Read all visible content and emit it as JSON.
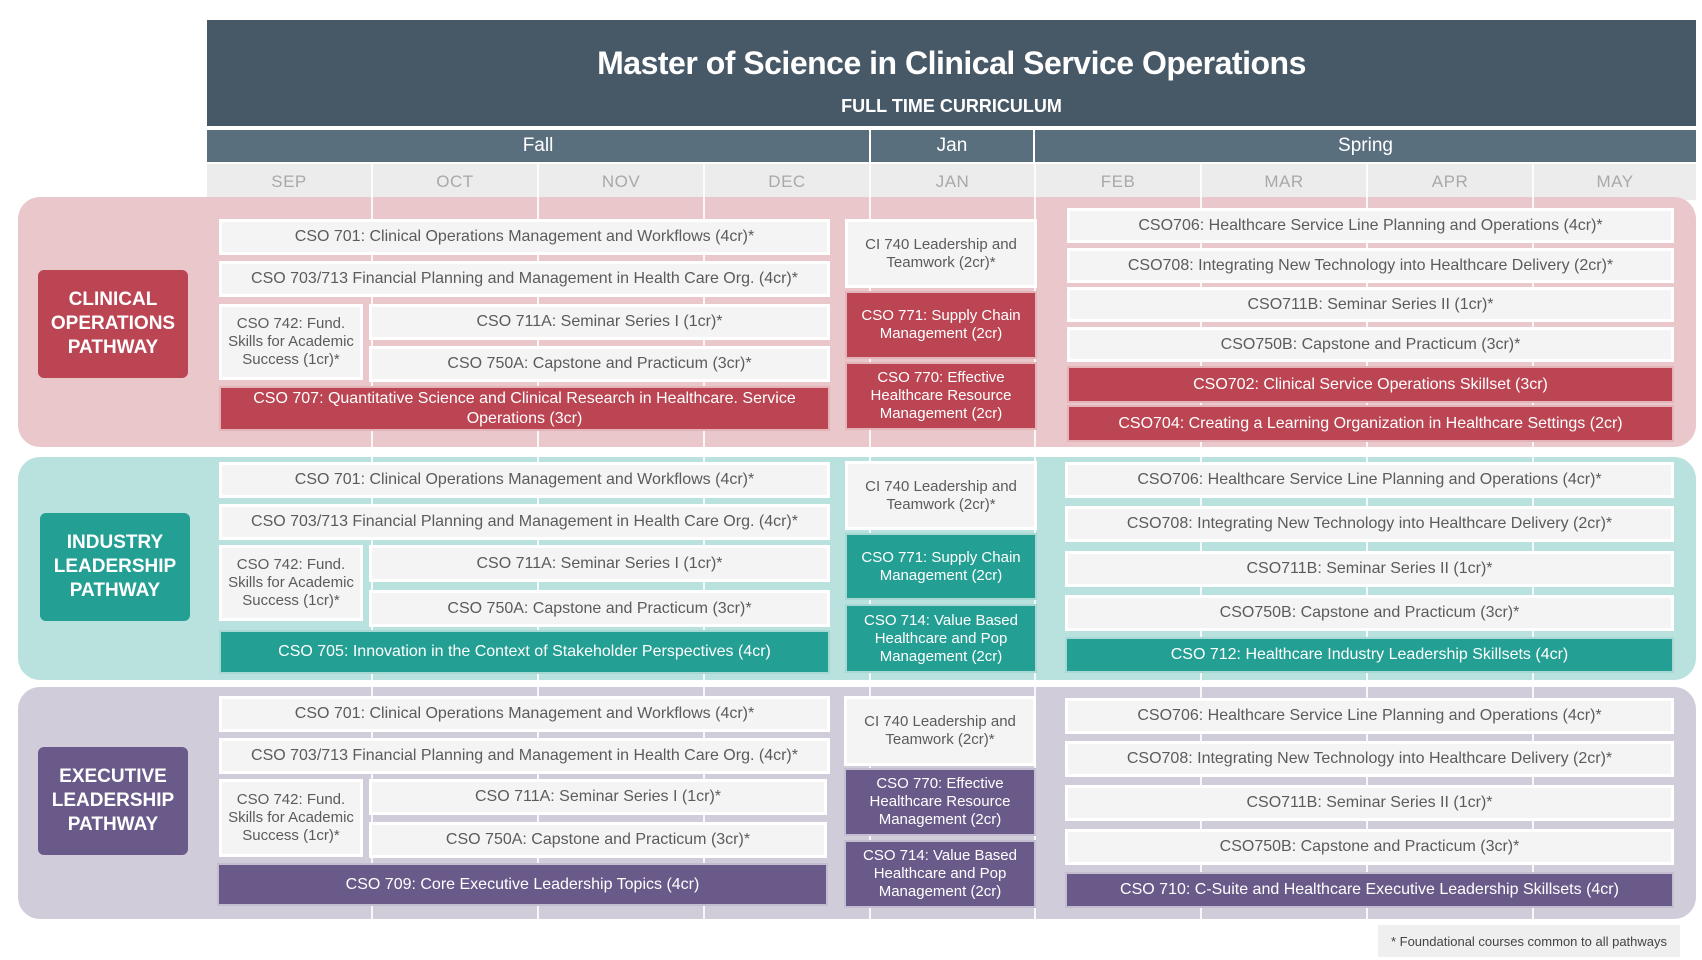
{
  "header": {
    "title": "Master of Science in Clinical Service Operations",
    "subtitle": "FULL TIME CURRICULUM"
  },
  "terms": [
    "Fall",
    "Jan",
    "Spring"
  ],
  "months": [
    "SEP",
    "OCT",
    "NOV",
    "DEC",
    "JAN",
    "FEB",
    "MAR",
    "APR",
    "MAY"
  ],
  "colors": {
    "clinical": "#bb4552",
    "industry": "#239f94",
    "executive": "#6a5a8a",
    "header": "#475867"
  },
  "pathways": {
    "clinical": {
      "label": "CLINICAL OPERATIONS PATHWAY",
      "fall": {
        "c701": "CSO 701: Clinical Operations Management and Workflows (4cr)*",
        "c703": "CSO  703/713 Financial Planning and Management in Health Care Org. (4cr)*",
        "c742": "CSO 742: Fund. Skills for Academic Success (1cr)*",
        "c711a": "CSO 711A: Seminar Series I (1cr)*",
        "c750a": "CSO 750A: Capstone and Practicum (3cr)*",
        "core": "CSO 707: Quantitative Science and Clinical Research in Healthcare. Service Operations (3cr)"
      },
      "jan": {
        "ci740": "CI 740 Leadership and Teamwork (2cr)*",
        "x1": "CSO 771: Supply Chain Management (2cr)",
        "x2": "CSO 770: Effective Healthcare Resource Management (2cr)"
      },
      "spring": {
        "c706": "CSO706: Healthcare Service Line Planning and Operations (4cr)*",
        "c708": "CSO708: Integrating New Technology into Healthcare Delivery (2cr)*",
        "c711b": "CSO711B: Seminar Series II (1cr)*",
        "c750b": "CSO750B: Capstone and Practicum (3cr)*",
        "core1": "CSO702: Clinical Service Operations Skillset (3cr)",
        "core2": "CSO704: Creating a Learning Organization in Healthcare Settings (2cr)"
      }
    },
    "industry": {
      "label": "INDUSTRY LEADERSHIP PATHWAY",
      "fall": {
        "c701": "CSO 701: Clinical Operations Management and Workflows (4cr)*",
        "c703": "CSO  703/713 Financial Planning and Management in Health Care Org. (4cr)*",
        "c742": "CSO 742: Fund. Skills for Academic Success (1cr)*",
        "c711a": "CSO 711A: Seminar Series I (1cr)*",
        "c750a": "CSO 750A: Capstone and Practicum (3cr)*",
        "core": "CSO 705: Innovation in the Context of Stakeholder Perspectives (4cr)"
      },
      "jan": {
        "ci740": "CI 740 Leadership and Teamwork (2cr)*",
        "x1": "CSO 771: Supply Chain Management (2cr)",
        "x2": "CSO 714: Value Based Healthcare and Pop Management (2cr)"
      },
      "spring": {
        "c706": "CSO706: Healthcare Service Line Planning and Operations (4cr)*",
        "c708": "CSO708: Integrating New Technology into Healthcare Delivery (2cr)*",
        "c711b": "CSO711B: Seminar Series II (1cr)*",
        "c750b": "CSO750B: Capstone and Practicum (3cr)*",
        "core1": "CSO 712: Healthcare Industry Leadership Skillsets (4cr)"
      }
    },
    "executive": {
      "label": "EXECUTIVE LEADERSHIP PATHWAY",
      "fall": {
        "c701": "CSO 701: Clinical Operations Management and Workflows (4cr)*",
        "c703": "CSO  703/713 Financial Planning and Management in Health Care Org. (4cr)*",
        "c742": "CSO 742: Fund. Skills for Academic Success (1cr)*",
        "c711a": "CSO 711A: Seminar Series I (1cr)*",
        "c750a": "CSO 750A: Capstone and Practicum (3cr)*",
        "core": "CSO 709: Core Executive Leadership Topics (4cr)"
      },
      "jan": {
        "ci740": "CI 740 Leadership and Teamwork (2cr)*",
        "x1": "CSO 770: Effective Healthcare Resource Management (2cr)",
        "x2": "CSO 714: Value Based Healthcare and Pop Management (2cr)"
      },
      "spring": {
        "c706": "CSO706: Healthcare Service Line Planning and Operations (4cr)*",
        "c708": "CSO708: Integrating New Technology into Healthcare Delivery (2cr)*",
        "c711b": "CSO711B: Seminar Series II (1cr)*",
        "c750b": "CSO750B: Capstone and Practicum (3cr)*",
        "core1": "CSO 710: C-Suite and Healthcare Executive Leadership Skillsets (4cr)"
      }
    }
  },
  "footnote": "* Foundational courses common to all pathways"
}
